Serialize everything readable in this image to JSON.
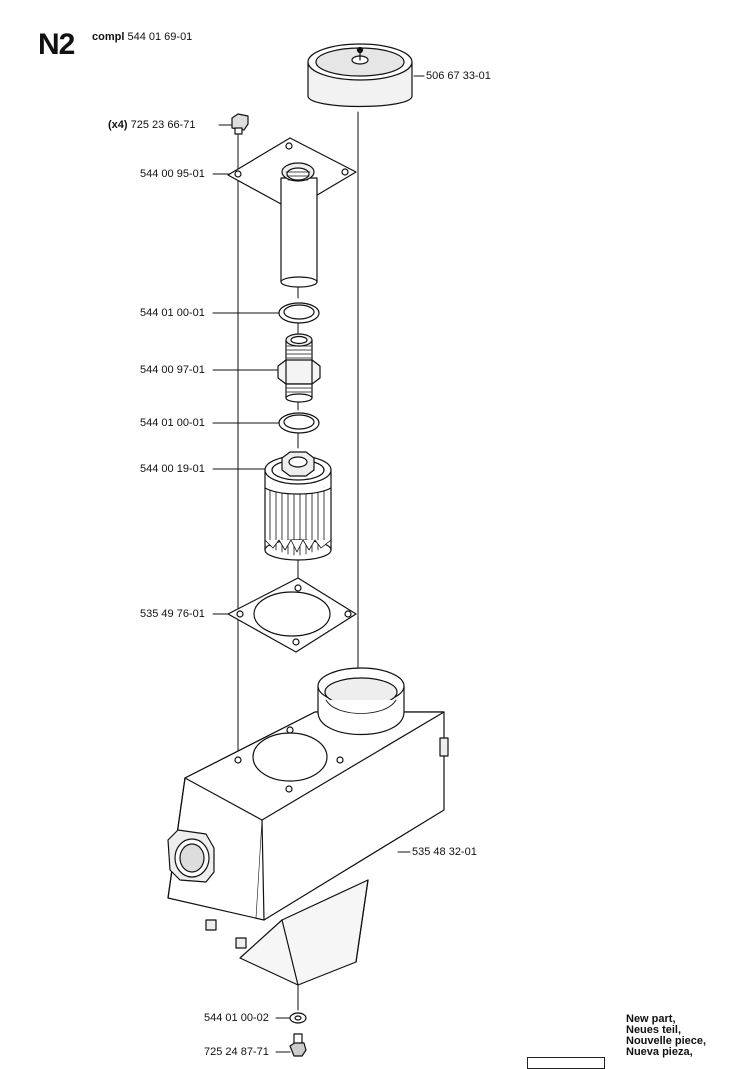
{
  "header": {
    "section_code": "N2",
    "compl_word": "compl",
    "compl_number": "544 01 69-01"
  },
  "parts": [
    {
      "number": "506 67 33-01",
      "qty": ""
    },
    {
      "number": "725 23 66-71",
      "qty": "(x4)"
    },
    {
      "number": "544 00 95-01",
      "qty": ""
    },
    {
      "number": "544 01 00-01",
      "qty": ""
    },
    {
      "number": "544 00 97-01",
      "qty": ""
    },
    {
      "number": "544 01 00-01",
      "qty": ""
    },
    {
      "number": "544 00 19-01",
      "qty": ""
    },
    {
      "number": "535 49 76-01",
      "qty": ""
    },
    {
      "number": "535 48 32-01",
      "qty": ""
    },
    {
      "number": "544 01 00-02",
      "qty": ""
    },
    {
      "number": "725 24 87-71",
      "qty": ""
    }
  ],
  "legend": {
    "lines": [
      "New part,",
      "Neues teil,",
      "Nouvelle piece,",
      "Nueva pieza,"
    ]
  }
}
